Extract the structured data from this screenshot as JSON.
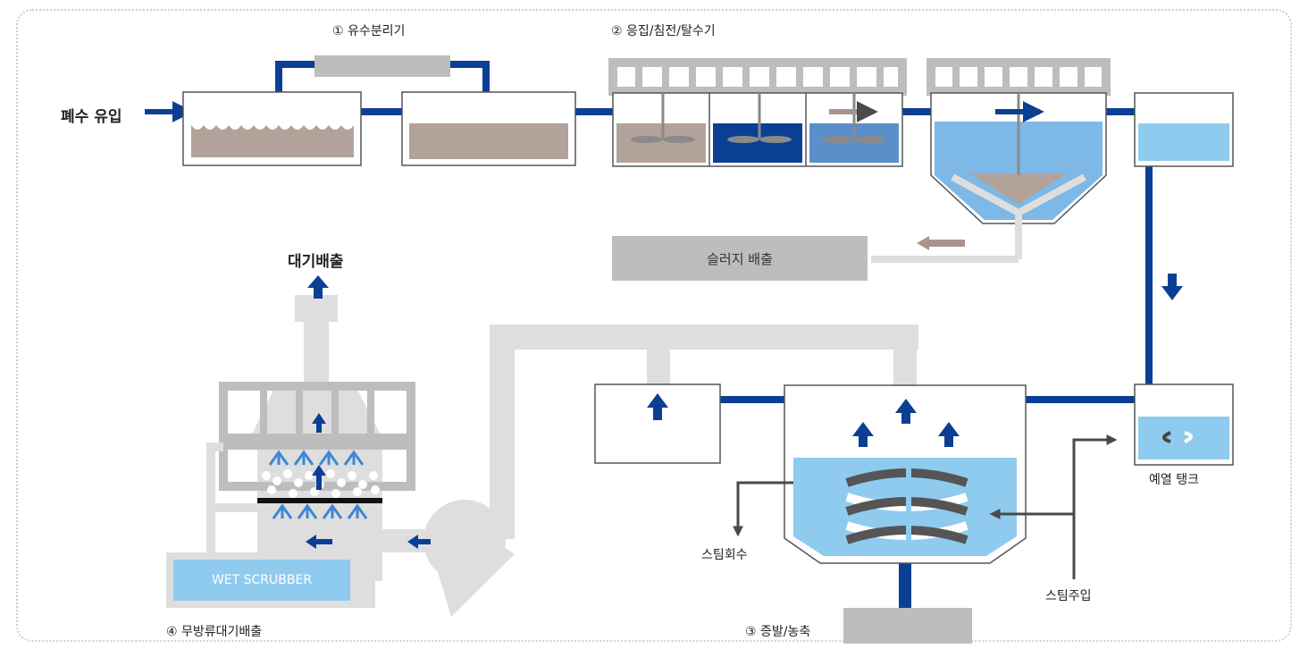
{
  "labels": {
    "step1": "① 유수분리기",
    "step2": "② 응집/침전/탈수기",
    "step3": "③ 증발/농축",
    "step4": "④ 무방류대기배출",
    "inflow": "폐수 유입",
    "air_exhaust": "대기배출",
    "sludge": "슬러지 배출",
    "steam_recovery": "스팀회수",
    "steam_injection": "스팀주입",
    "preheat_tank": "예열 탱크",
    "scrubber": "WET SCRUBBER"
  },
  "colors": {
    "pipe_blue": "#0b3f94",
    "brown_liquid": "#b2a29a",
    "dark_blue": "#0b3f94",
    "mid_blue": "#5b8fc9",
    "light_blue": "#8fcbee",
    "gray_structure": "#bdbdbd",
    "light_gray_duct": "#dedede",
    "arrow_dark_gray": "#4a4a4a",
    "arrow_brown": "#a8948c"
  }
}
